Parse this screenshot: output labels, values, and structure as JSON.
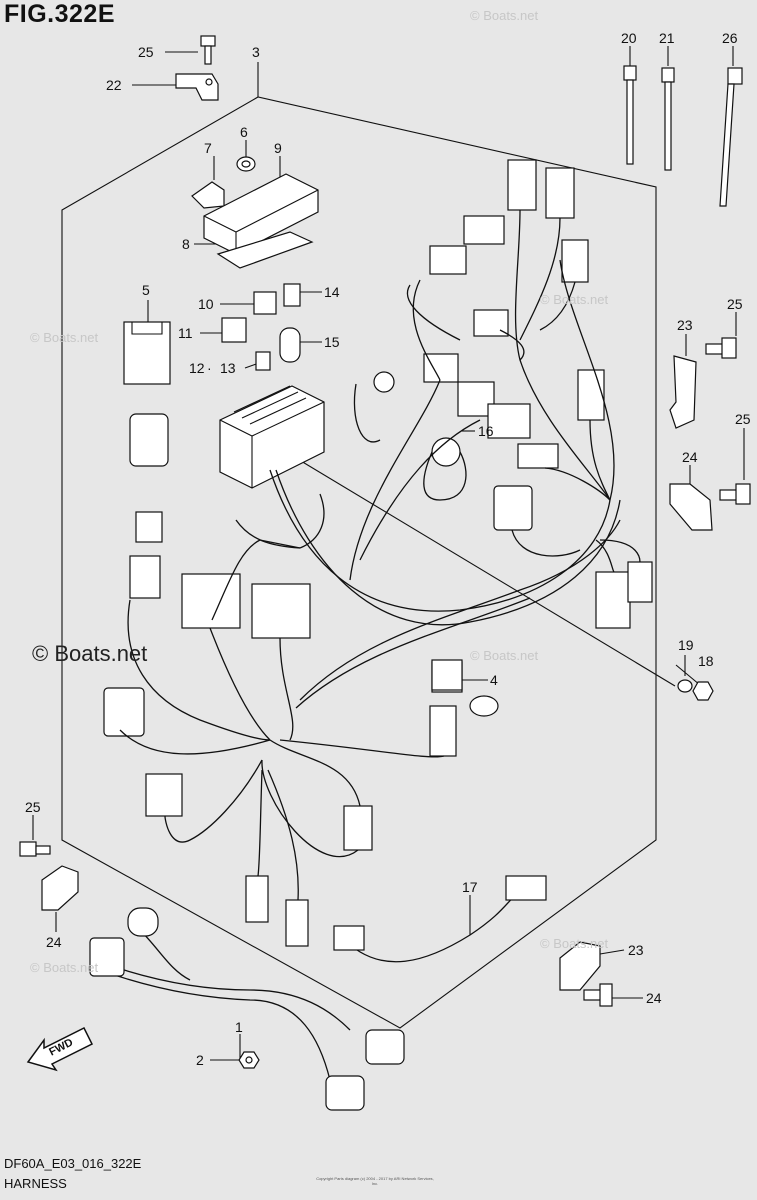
{
  "figure": {
    "title": "FIG.322E",
    "code": "DF60A_E03_016_322E",
    "caption": "HARNESS",
    "copyright": "Copyright\nParts diagram (c) 2004 - 2017 by ARI Network Services, Inc.",
    "watermark": "© Boats.net",
    "fwd_label": "FWD"
  },
  "callouts": [
    {
      "id": "c1",
      "text": "1"
    },
    {
      "id": "c2",
      "text": "2"
    },
    {
      "id": "c3",
      "text": "3"
    },
    {
      "id": "c4",
      "text": "4"
    },
    {
      "id": "c5",
      "text": "5"
    },
    {
      "id": "c6",
      "text": "6"
    },
    {
      "id": "c7",
      "text": "7"
    },
    {
      "id": "c8",
      "text": "8"
    },
    {
      "id": "c9",
      "text": "9"
    },
    {
      "id": "c10",
      "text": "10"
    },
    {
      "id": "c11",
      "text": "11"
    },
    {
      "id": "c12",
      "text": "12"
    },
    {
      "id": "c13",
      "text": "13"
    },
    {
      "id": "c14",
      "text": "14"
    },
    {
      "id": "c15",
      "text": "15"
    },
    {
      "id": "c16",
      "text": "16"
    },
    {
      "id": "c17",
      "text": "17"
    },
    {
      "id": "c18",
      "text": "18"
    },
    {
      "id": "c19",
      "text": "19"
    },
    {
      "id": "c20",
      "text": "20"
    },
    {
      "id": "c21",
      "text": "21"
    },
    {
      "id": "c22",
      "text": "22"
    },
    {
      "id": "c23a",
      "text": "23"
    },
    {
      "id": "c23b",
      "text": "23"
    },
    {
      "id": "c24a",
      "text": "24"
    },
    {
      "id": "c24b",
      "text": "24"
    },
    {
      "id": "c24c",
      "text": "24"
    },
    {
      "id": "c25a",
      "text": "25"
    },
    {
      "id": "c25b",
      "text": "25"
    },
    {
      "id": "c25c",
      "text": "25"
    },
    {
      "id": "c25d",
      "text": "25"
    },
    {
      "id": "c26",
      "text": "26"
    }
  ]
}
